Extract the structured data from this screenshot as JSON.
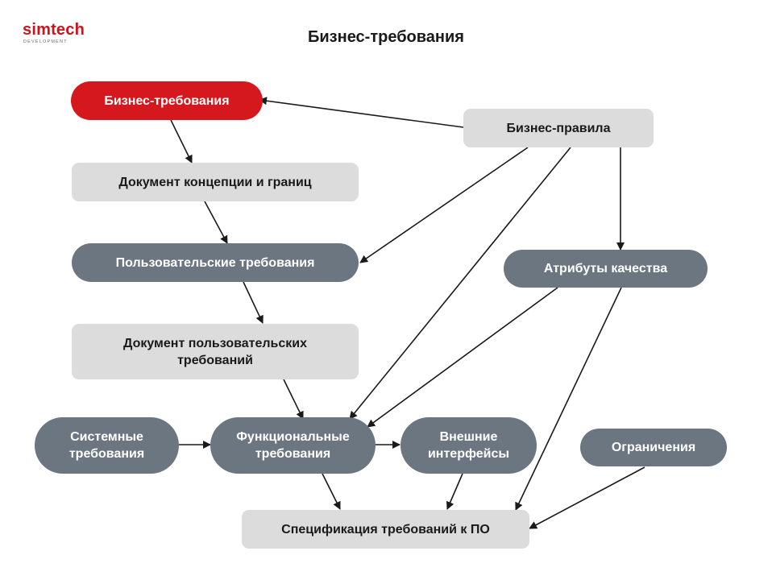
{
  "logo": {
    "word": "simtech",
    "subtitle": "DEVELOPMENT"
  },
  "title": "Бизнес-требования",
  "nodes": {
    "business_requirements": "Бизнес-требования",
    "business_rules": "Бизнес-правила",
    "vision_scope_doc": "Документ концепции и границ",
    "user_requirements": "Пользовательские требования",
    "quality_attributes": "Атрибуты качества",
    "user_requirements_doc": "Документ пользовательских требований",
    "system_requirements": "Системные требования",
    "functional_requirements": "Функциональные требования",
    "external_interfaces": "Внешние интерфейсы",
    "constraints": "Ограничения",
    "srs": "Спецификация требований к ПО"
  },
  "colors": {
    "accent_red": "#d5171e",
    "light_gray": "#dcdcdc",
    "dark_gray": "#6b7680",
    "arrow": "#1a1a1a"
  }
}
